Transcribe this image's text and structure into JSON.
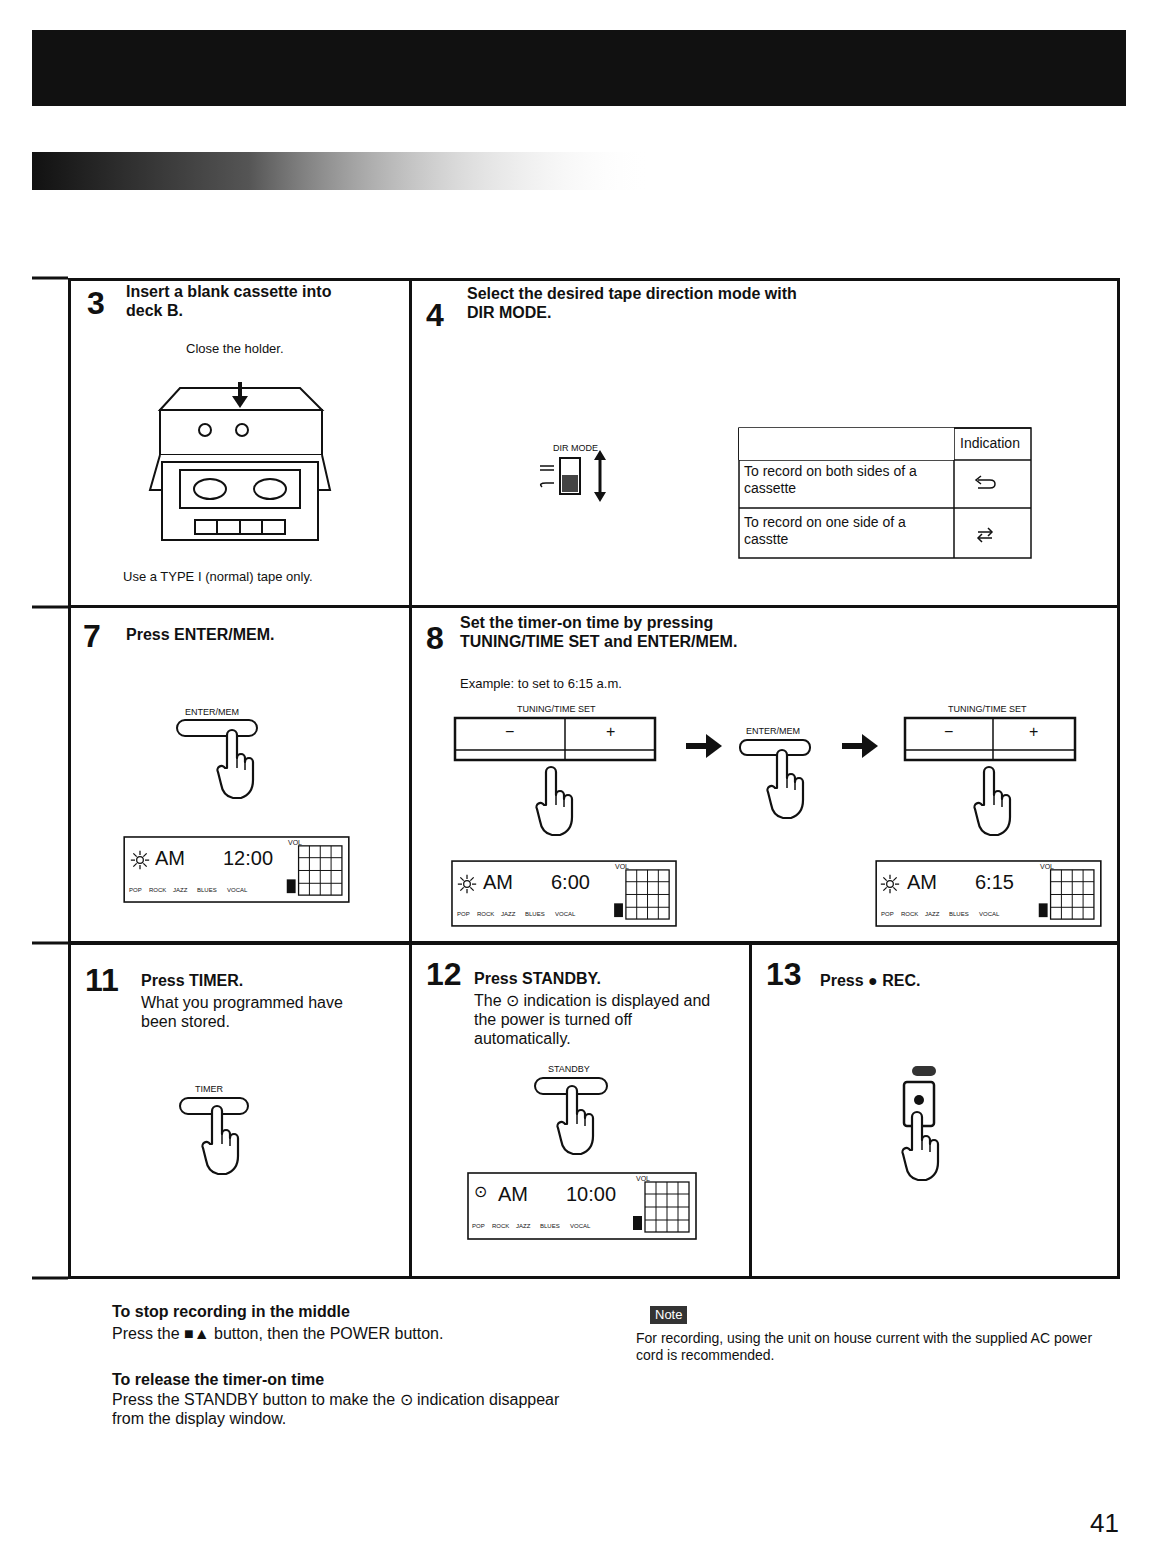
{
  "diagram": {
    "nodes": [
      {
        "text": [
          "3",
          "Insert a blank cassette into deck B.",
          "Close the holder.",
          "Use a TYPE I (normal) tape only."
        ]
      },
      {
        "text": [
          "4",
          "Select the desired tape direction mode with DIR MODE."
        ]
      },
      {
        "text": [
          "7",
          "Press ENTER/MEM."
        ]
      },
      {
        "text": [
          "8",
          "Set the timer-on time by pressing TUNING/TIME SET and ENTER/MEM.",
          "Example: to set to 6:15 a.m."
        ]
      },
      {
        "text": [
          "11",
          "Press TIMER.",
          "What you programmed have been stored."
        ]
      },
      {
        "text": [
          "12",
          "Press STANDBY.",
          "The ⊙ indication is displayed and the power is turned off automatically."
        ]
      },
      {
        "text": [
          "13",
          "Press ● REC."
        ]
      }
    ],
    "labels": [
      "DIR MODE",
      "Indication",
      "To record on both sides of a cassette",
      "To record on one side of a casstte",
      "ENTER/MEM",
      "AM",
      "12:00",
      "VOL",
      "POP",
      "ROCK",
      "JAZZ",
      "BLUES",
      "VOCAL",
      "TUNING/TIME SET",
      "−",
      "+",
      "ENTER/MEM",
      "TUNING/TIME SET",
      "−",
      "+",
      "AM",
      "6:00",
      "VOL",
      "POP",
      "ROCK",
      "JAZZ",
      "BLUES",
      "VOCAL",
      "AM",
      "6:15",
      "VOL",
      "POP",
      "ROCK",
      "JAZZ",
      "BLUES",
      "VOCAL",
      "TIMER",
      "STANDBY",
      "⊙",
      "AM",
      "10:00",
      "VOL",
      "POP",
      "ROCK",
      "JAZZ",
      "BLUES",
      "VOCAL",
      "To stop recording in the middle",
      "Press the ■▲ button, then the POWER button.",
      "To release the timer-on time",
      "Press the STANDBY button to make the ⊙ indication disappear from the display window.",
      "Note",
      "For recording, using the unit on house current with the supplied AC power cord is recommended.",
      "41"
    ]
  }
}
